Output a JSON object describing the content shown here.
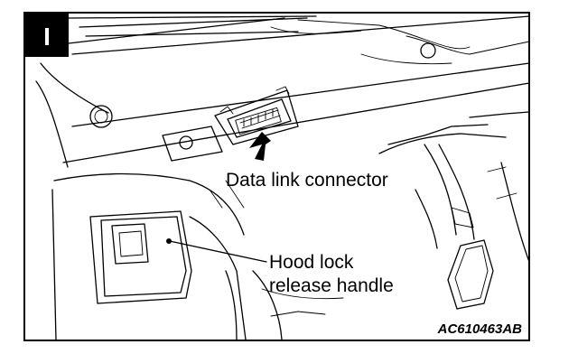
{
  "figure": {
    "panel_badge": "I",
    "callouts": {
      "data_link_connector": "Data link connector",
      "hood_lock_line1": "Hood lock",
      "hood_lock_line2": "release handle"
    },
    "figure_code": "AC610463AB"
  }
}
